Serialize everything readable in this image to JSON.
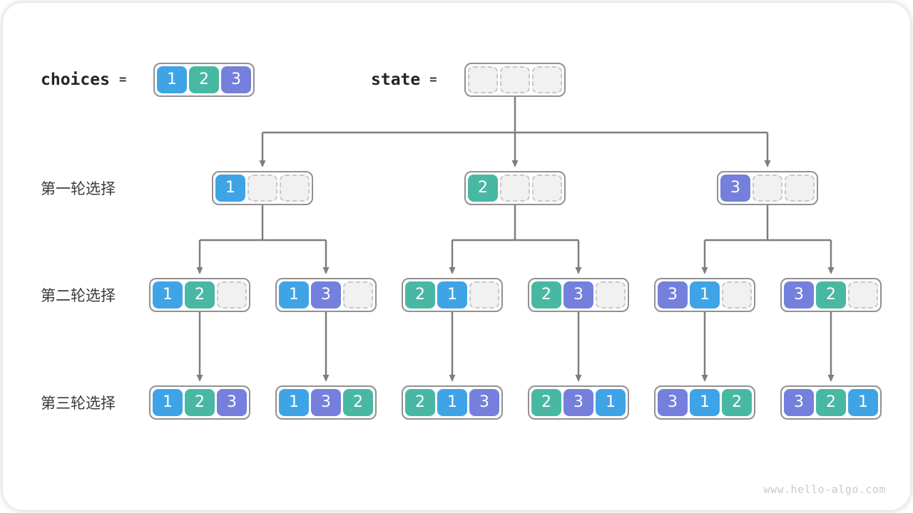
{
  "palette": {
    "1": "#3FA4E6",
    "2": "#49B8A3",
    "3": "#7480DC"
  },
  "style": {
    "arrow_color": "#7E7E7E",
    "box_border": "#919191",
    "empty_cell_fill": "#F1F1F1",
    "empty_cell_border": "#C8C8C8",
    "label_color": "#3A3A3A",
    "watermark_color": "#C9C9C9"
  },
  "header": {
    "choices_label": "choices",
    "choices_equals": "=",
    "choices_cells": [
      1,
      2,
      3
    ],
    "state_label": "state",
    "state_equals": "=",
    "state_cells": [
      null,
      null,
      null
    ]
  },
  "rows": [
    {
      "label": "第一轮选择",
      "boxes": [
        [
          1,
          null,
          null
        ],
        [
          2,
          null,
          null
        ],
        [
          3,
          null,
          null
        ]
      ]
    },
    {
      "label": "第二轮选择",
      "boxes": [
        [
          1,
          2,
          null
        ],
        [
          1,
          3,
          null
        ],
        [
          2,
          1,
          null
        ],
        [
          2,
          3,
          null
        ],
        [
          3,
          1,
          null
        ],
        [
          3,
          2,
          null
        ]
      ]
    },
    {
      "label": "第三轮选择",
      "boxes": [
        [
          1,
          2,
          3
        ],
        [
          1,
          3,
          2
        ],
        [
          2,
          1,
          3
        ],
        [
          2,
          3,
          1
        ],
        [
          3,
          1,
          2
        ],
        [
          3,
          2,
          1
        ]
      ]
    }
  ],
  "watermark": "www.hello-algo.com"
}
